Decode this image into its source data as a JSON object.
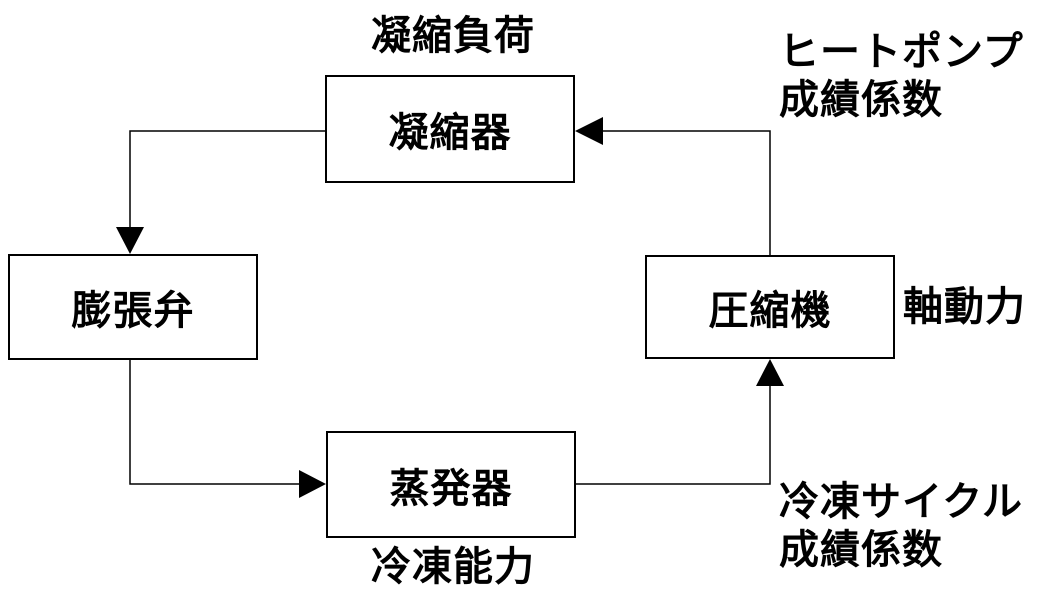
{
  "colors": {
    "line": "#000000",
    "text": "#000000",
    "background": "#ffffff",
    "box_fill": "#ffffff"
  },
  "boxes": {
    "condenser": {
      "label": "凝縮器"
    },
    "expansion_valve": {
      "label": "膨張弁"
    },
    "compressor": {
      "label": "圧縮機"
    },
    "evaporator": {
      "label": "蒸発器"
    }
  },
  "annotations": {
    "condensation_load": "凝縮負荷",
    "heat_pump_cop_line1": "ヒートポンプ",
    "heat_pump_cop_line2": "成績係数",
    "shaft_power": "軸動力",
    "refrigeration_capacity": "冷凍能力",
    "refrigeration_cycle_cop_line1": "冷凍サイクル",
    "refrigeration_cycle_cop_line2": "成績係数"
  },
  "connections": [
    {
      "from": "compressor",
      "to": "condenser"
    },
    {
      "from": "condenser",
      "to": "expansion_valve"
    },
    {
      "from": "expansion_valve",
      "to": "evaporator"
    },
    {
      "from": "evaporator",
      "to": "compressor"
    }
  ]
}
